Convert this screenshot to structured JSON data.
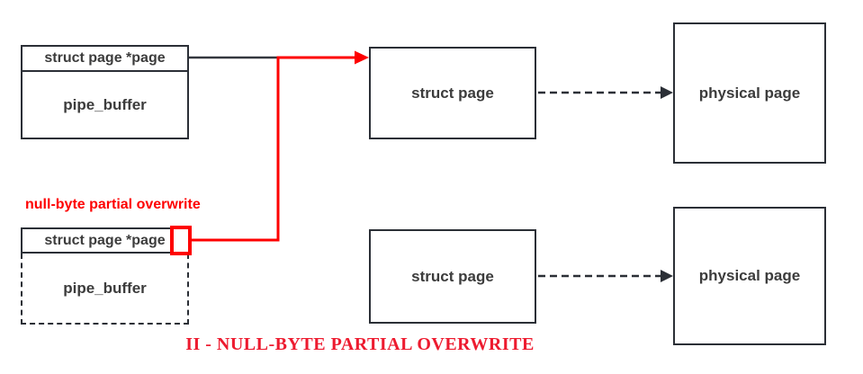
{
  "colors": {
    "box_border": "#2b2f36",
    "box_text": "#3c3c3c",
    "connector_black": "#33373e",
    "red": "#fe0000",
    "caption_red": "#ed1b2f",
    "background": "#ffffff"
  },
  "top_row": {
    "pipe_buffer_box": {
      "header": "struct page *page",
      "body": "pipe_buffer"
    },
    "struct_page_label": "struct page",
    "physical_page_label": "physical page"
  },
  "bottom_row": {
    "annotation": "null-byte partial overwrite",
    "pipe_buffer_box": {
      "header": "struct page *page",
      "body": "pipe_buffer"
    },
    "struct_page_label": "struct page",
    "physical_page_label": "physical page"
  },
  "caption": "II - NULL-BYTE PARTIAL OVERWRITE"
}
